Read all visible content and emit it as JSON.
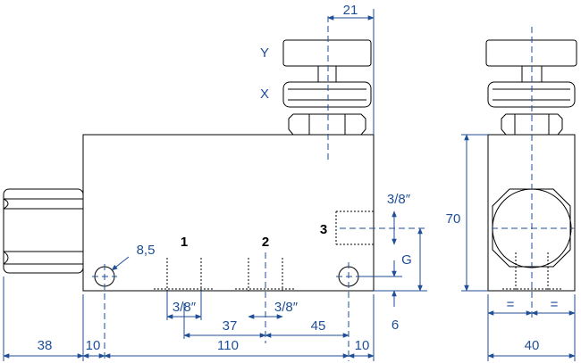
{
  "labels": {
    "knob_y": "Y",
    "knob_x": "X",
    "port_1": "1",
    "port_2": "2",
    "port_3": "3",
    "g": "G"
  },
  "dimensions": {
    "d21": "21",
    "d8_5": "8,5",
    "d3_8_right": "3/8″",
    "d3_8_port1": "3/8″",
    "d3_8_port2": "3/8″",
    "d37": "37",
    "d45": "45",
    "d6": "6",
    "d38": "38",
    "d10_left": "10",
    "d110": "110",
    "d10_right": "10",
    "d70": "70",
    "eq_left": "=",
    "eq_right": "=",
    "d40": "40"
  },
  "colors": {
    "dimension": "#1f4e96",
    "outline": "#000000",
    "background": "#ffffff"
  }
}
